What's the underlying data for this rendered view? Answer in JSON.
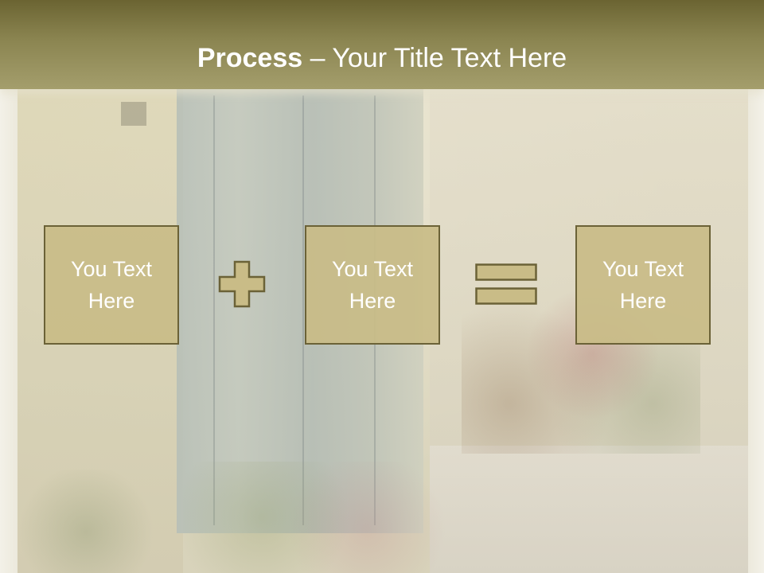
{
  "slide": {
    "title_bold": "Process",
    "title_rest": " – Your Title Text Here",
    "boxes": [
      {
        "text": "You Text\nHere"
      },
      {
        "text": "You Text\nHere"
      },
      {
        "text": "You Text\nHere"
      }
    ],
    "operators": [
      "plus-icon",
      "equals-icon"
    ]
  },
  "colors": {
    "title_bar": "#8b8551",
    "box_fill": "#c9bc87",
    "box_border": "#6b6237"
  }
}
